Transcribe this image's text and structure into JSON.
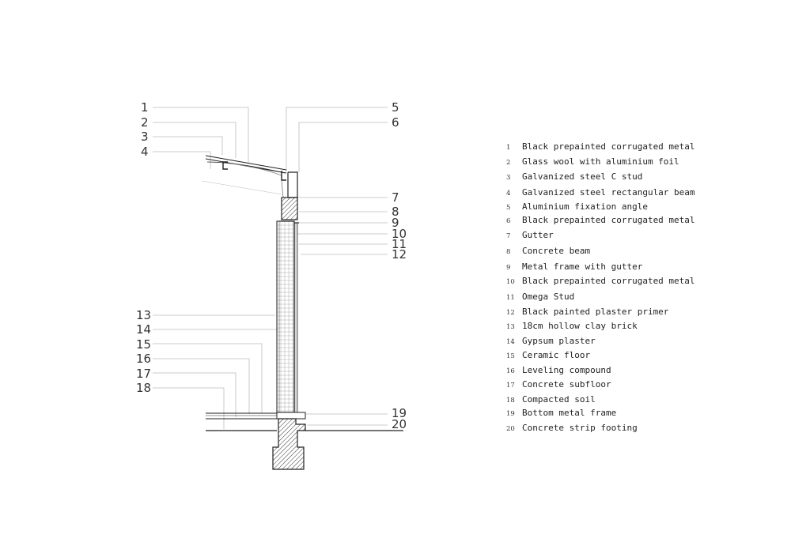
{
  "callouts": [
    "1",
    "2",
    "3",
    "4",
    "5",
    "6",
    "7",
    "8",
    "9",
    "10",
    "11",
    "12",
    "13",
    "14",
    "15",
    "16",
    "17",
    "18",
    "19",
    "20"
  ],
  "legend": [
    {
      "num": "1",
      "text": "Black prepainted corrugated metal"
    },
    {
      "num": "2",
      "text": "Glass wool with aluminium foil"
    },
    {
      "num": "3",
      "text": "Galvanized steel C stud"
    },
    {
      "num": "4",
      "text": "Galvanized steel rectangular beam"
    },
    {
      "num": "5",
      "text": "Aluminium fixation angle"
    },
    {
      "num": "6",
      "text": "Black prepainted corrugated metal"
    },
    {
      "num": "7",
      "text": "Gutter"
    },
    {
      "num": "8",
      "text": "Concrete beam"
    },
    {
      "num": "9",
      "text": "Metal frame with gutter"
    },
    {
      "num": "10",
      "text": "Black prepainted corrugated metal"
    },
    {
      "num": "11",
      "text": "Omega Stud"
    },
    {
      "num": "12",
      "text": "Black painted plaster primer"
    },
    {
      "num": "13",
      "text": "18cm hollow clay brick"
    },
    {
      "num": "14",
      "text": "Gypsum plaster"
    },
    {
      "num": "15",
      "text": "Ceramic floor"
    },
    {
      "num": "16",
      "text": "Leveling compound"
    },
    {
      "num": "17",
      "text": "Concrete subfloor"
    },
    {
      "num": "18",
      "text": "Compacted soil"
    },
    {
      "num": "19",
      "text": "Bottom metal frame"
    },
    {
      "num": "20",
      "text": "Concrete strip footing"
    }
  ],
  "colors": {
    "ink": "#222222",
    "leader": "#bbbbbb",
    "hatch": "#333333",
    "brick": "#999999"
  }
}
